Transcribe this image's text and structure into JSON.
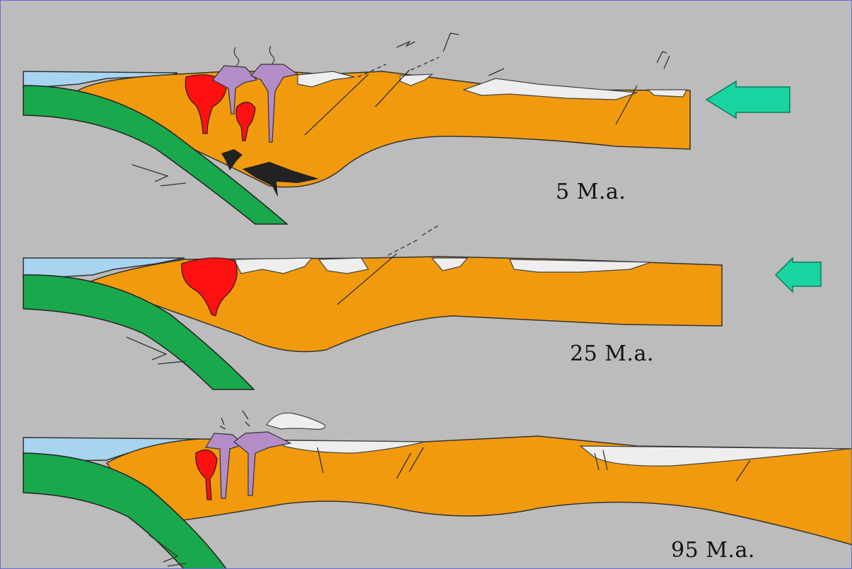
{
  "panels": [
    {
      "age": "5 M.a."
    },
    {
      "age": "25 M.a."
    },
    {
      "age": "95 M.a."
    }
  ],
  "colors": {
    "background": "#bcbcbc",
    "crust": "#f29a0e",
    "ocean": "#a8d4f0",
    "slab": "#1aa84c",
    "magma": "#ff1010",
    "volcano": "#b48cc8",
    "sediment": "#eeeeee",
    "arrow": "#19d4a0"
  }
}
